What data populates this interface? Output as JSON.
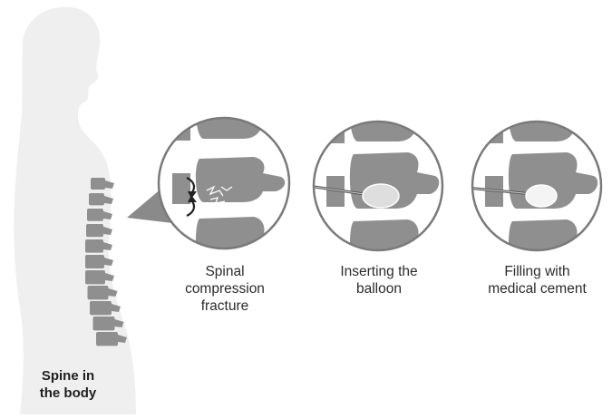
{
  "body_label": {
    "lines": [
      "Spine in",
      "the body"
    ]
  },
  "panels": [
    {
      "id": "fracture",
      "caption_lines": [
        "Spinal",
        "compression",
        "fracture"
      ],
      "tool": "none"
    },
    {
      "id": "balloon",
      "caption_lines": [
        "Inserting the",
        "balloon"
      ],
      "tool": "balloon"
    },
    {
      "id": "cement",
      "caption_lines": [
        "Filling with",
        "medical cement"
      ],
      "tool": "cement"
    }
  ],
  "colors": {
    "silhouette": "#efefef",
    "vertebra": "#8f8f8f",
    "circle_bg": "#ffffff",
    "circle_stroke": "#7a7a7a",
    "callout": "#8a8a8a",
    "arrow": "#222222",
    "balloon": "#d8d8d8",
    "cement": "#f2f2f2",
    "tool": "#555555",
    "text": "#2b2b2b"
  }
}
